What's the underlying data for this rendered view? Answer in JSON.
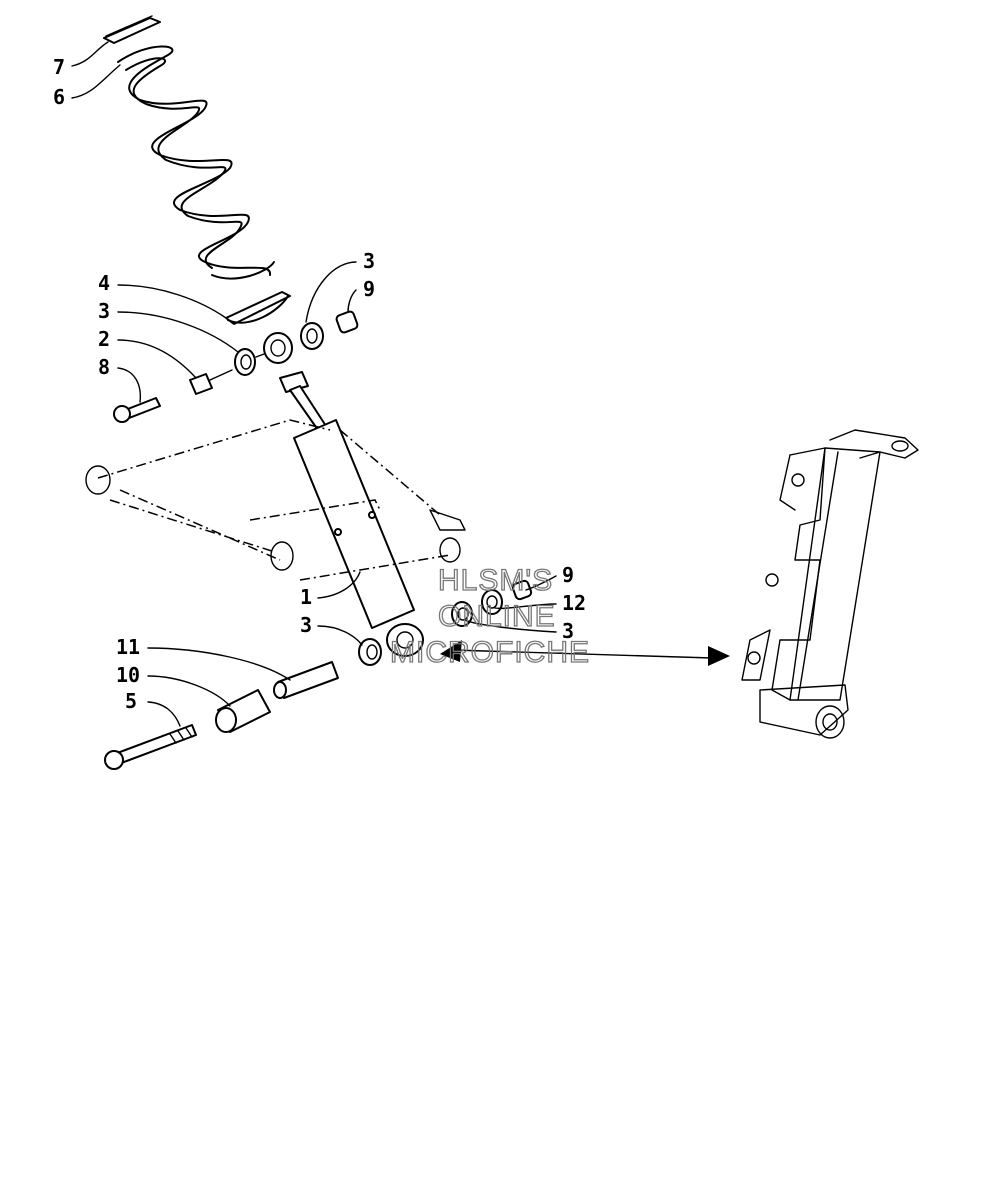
{
  "callouts": {
    "c7": "7",
    "c6": "6",
    "c4": "4",
    "c3a": "3",
    "c2": "2",
    "c8": "8",
    "c3b": "3",
    "c9a": "9",
    "c1": "1",
    "c3c": "3",
    "c11": "11",
    "c10": "10",
    "c5": "5",
    "c9b": "9",
    "c12": "12",
    "c3d": "3"
  },
  "watermark": {
    "line1": "HLSM'S",
    "line2": "ONLINE",
    "line3": "MICROFICHE"
  }
}
